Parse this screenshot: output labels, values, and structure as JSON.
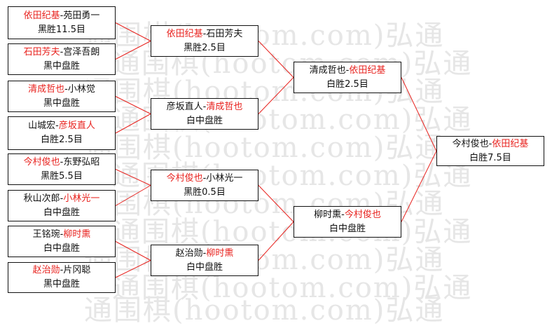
{
  "watermark": {
    "text": "通围棋(hootom.com)弘通",
    "color": "#e6e6e6"
  },
  "colors": {
    "winner": "#e8231f",
    "line": "#e8231f",
    "border": "#111111"
  },
  "round1": [
    {
      "black": "依田纪基",
      "white": "苑田勇一",
      "winner": "black",
      "result": "黑胜11.5目"
    },
    {
      "black": "石田芳夫",
      "white": "宫泽吾朗",
      "winner": "black",
      "result": "黑中盘胜"
    },
    {
      "black": "清成哲也",
      "white": "小林觉",
      "winner": "black",
      "result": "黑中盘胜"
    },
    {
      "black": "山城宏",
      "white": "彦坂直人",
      "winner": "white",
      "result": "白胜2.5目"
    },
    {
      "black": "今村俊也",
      "white": "东野弘昭",
      "winner": "black",
      "result": "黑胜5.5目"
    },
    {
      "black": "秋山次郎",
      "white": "小林光一",
      "winner": "white",
      "result": "白中盘胜"
    },
    {
      "black": "王铭琬",
      "white": "柳时熏",
      "winner": "white",
      "result": "白中盘胜"
    },
    {
      "black": "赵治勋",
      "white": "片冈聪",
      "winner": "black",
      "result": "黑中盘胜"
    }
  ],
  "round2": [
    {
      "black": "依田纪基",
      "white": "石田芳夫",
      "winner": "black",
      "result": "黑胜2.5目"
    },
    {
      "black": "彦坂直人",
      "white": "清成哲也",
      "winner": "white",
      "result": "白中盘胜"
    },
    {
      "black": "今村俊也",
      "white": "小林光一",
      "winner": "black",
      "result": "黑胜0.5目"
    },
    {
      "black": "赵治勋",
      "white": "柳时熏",
      "winner": "white",
      "result": "白中盘胜"
    }
  ],
  "semifinal": [
    {
      "black": "清成哲也",
      "white": "依田纪基",
      "winner": "white",
      "result": "白胜2.5目"
    },
    {
      "black": "柳时熏",
      "white": "今村俊也",
      "winner": "white",
      "result": "白中盘胜"
    }
  ],
  "final": [
    {
      "black": "今村俊也",
      "white": "依田纪基",
      "winner": "white",
      "result": "白胜7.5目"
    }
  ]
}
